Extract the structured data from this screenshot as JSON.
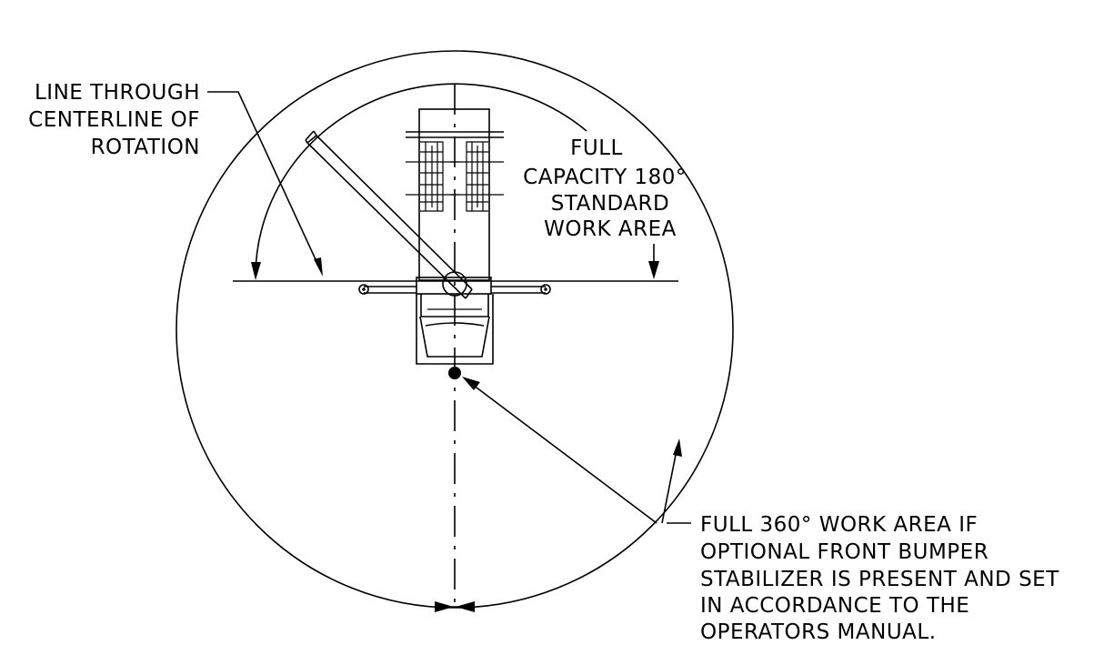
{
  "labels": {
    "centerline": [
      "LINE THROUGH",
      "CENTERLINE OF",
      "ROTATION"
    ],
    "full_capacity": [
      "FULL",
      "CAPACITY 180°",
      "STANDARD",
      "WORK AREA"
    ],
    "full_360": [
      "FULL 360° WORK AREA IF",
      "OPTIONAL FRONT BUMPER",
      "STABILIZER IS PRESENT AND SET",
      "IN ACCORDANCE TO THE",
      "OPERATORS MANUAL."
    ]
  }
}
